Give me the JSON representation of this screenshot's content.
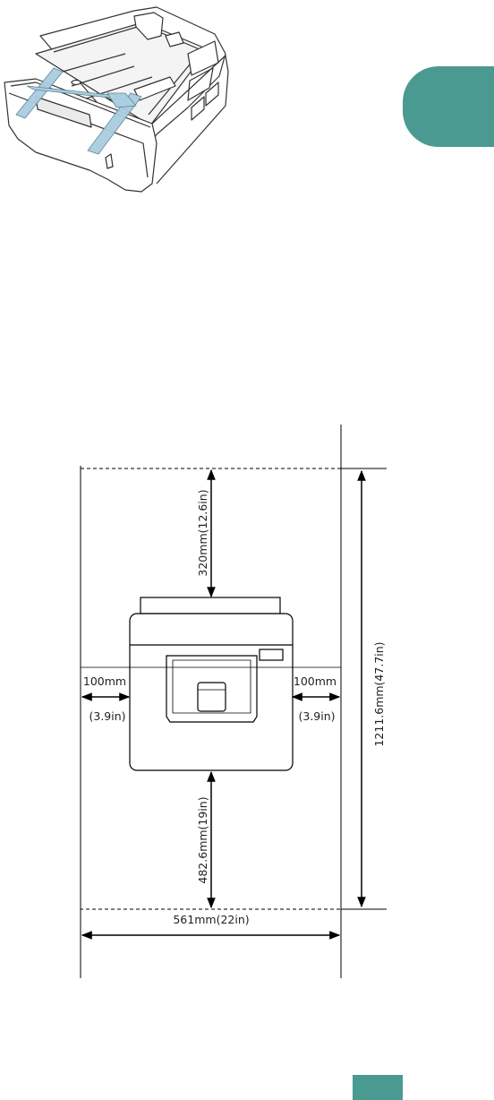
{
  "colors": {
    "accent": "#4a9a91",
    "tape": "#a9cde0"
  },
  "clearance": {
    "top": "320mm(12.6in)",
    "bottom": "482.6mm(19in)",
    "left_mm": "100mm",
    "left_in": "(3.9in)",
    "right_mm": "100mm",
    "right_in": "(3.9in)",
    "height_total": "1211.6mm(47.7in)",
    "width_total": "561mm(22in)"
  }
}
